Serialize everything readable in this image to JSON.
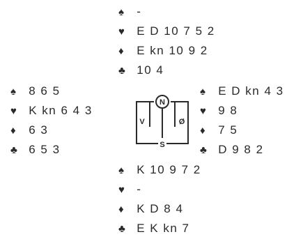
{
  "suit_icons": {
    "spades": "spade-icon",
    "hearts": "heart-icon",
    "diamonds": "diamond-icon",
    "clubs": "club-icon"
  },
  "suit_symbols": {
    "spades": "♠",
    "hearts": "♥",
    "diamonds": "♦",
    "clubs": "♣"
  },
  "hands": {
    "north": {
      "spades": "-",
      "hearts": "E D 10 7 5 2",
      "diamonds": "E kn 10 9 2",
      "clubs": "10 4"
    },
    "west": {
      "spades": "8 6 5",
      "hearts": "K kn 6 4 3",
      "diamonds": "6 3",
      "clubs": "6 5 3"
    },
    "east": {
      "spades": "E D kn 4 3",
      "hearts": "9 8",
      "diamonds": "7 5",
      "clubs": "D 9 8 2"
    },
    "south": {
      "spades": "K 10 9 7 2",
      "hearts": "-",
      "diamonds": "K D 8 4",
      "clubs": "E K kn 7"
    }
  },
  "compass": {
    "north": "N",
    "south": "S",
    "west": "V",
    "east": "Ø"
  }
}
